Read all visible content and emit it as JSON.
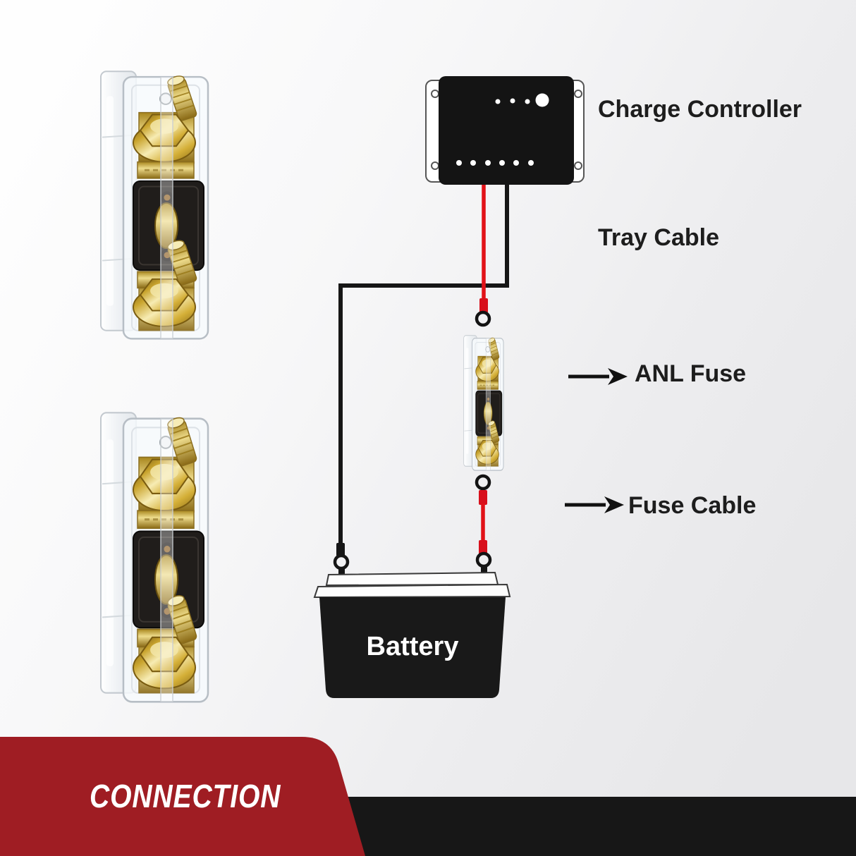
{
  "diagram": {
    "charge_controller": {
      "label": "Charge Controller"
    },
    "tray_cable": {
      "label": "Tray Cable"
    },
    "anl_fuse": {
      "label": "ANL Fuse"
    },
    "fuse_cable": {
      "label": "Fuse Cable"
    },
    "battery": {
      "label": "Battery"
    },
    "wire_colors": {
      "positive": "#e11218",
      "negative": "#161616"
    },
    "component_colors": {
      "controller_body": "#141414",
      "battery_body": "#191919",
      "fuse_holder_gold": "#d4af37",
      "fuse_holder_black_block": "#201d1b",
      "clear_housing_stroke": "#b7bec5"
    }
  },
  "products": {
    "items": [
      {
        "name": "anl-fuse-holder-photo-top"
      },
      {
        "name": "anl-fuse-holder-photo-bottom"
      },
      {
        "name": "anl-fuse-holder-diagram-image"
      }
    ]
  },
  "banner": {
    "title": "CONNECTION",
    "red": "#9f1d23",
    "black": "#171717",
    "text_color": "#ffffff"
  }
}
